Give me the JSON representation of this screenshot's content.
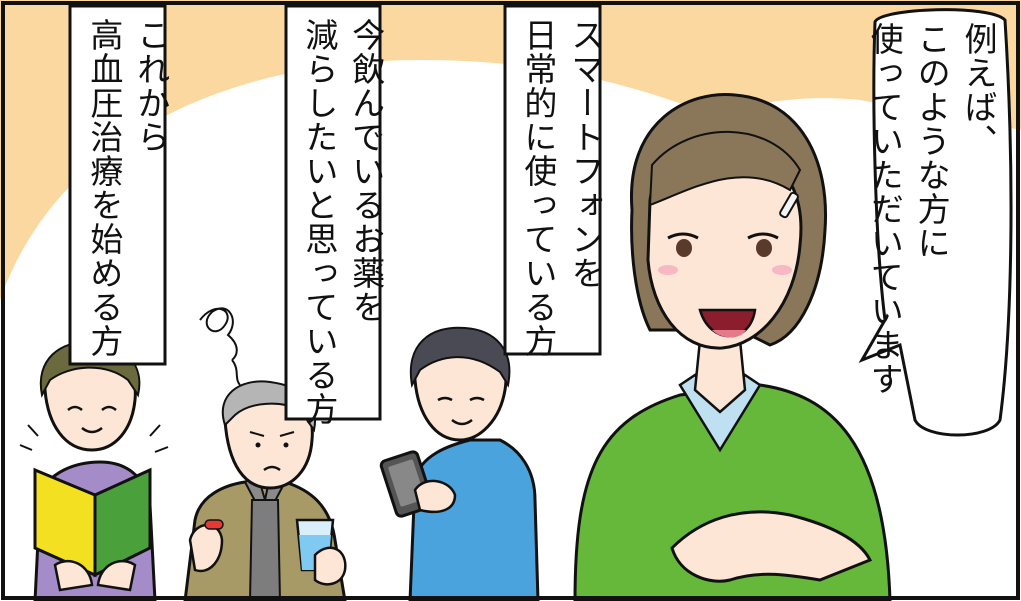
{
  "speech_bubble": {
    "text": "例えば、\nこのような方に\n使っていただいています"
  },
  "captions": [
    {
      "text": "スマートフォンを\n日常的に使っている方"
    },
    {
      "text": "今飲んでいるお薬を\n減らしたいと思っている方"
    },
    {
      "text": "これから\n高血圧治療を始める方"
    }
  ],
  "colors": {
    "background_orange": "#fbd8a0",
    "sweater_green": "#65b83a",
    "shirt_blue": "#4aa3dc",
    "jacket_khaki": "#a89a66",
    "hoodie_purple": "#a48cc8",
    "beginner_mark_yellow": "#f2e021",
    "beginner_mark_green": "#4aa03b"
  },
  "icons": [
    "beginner-driver-mark-icon",
    "smartphone-icon",
    "pill-icon",
    "water-glass-icon",
    "scribble-worry-icon"
  ]
}
